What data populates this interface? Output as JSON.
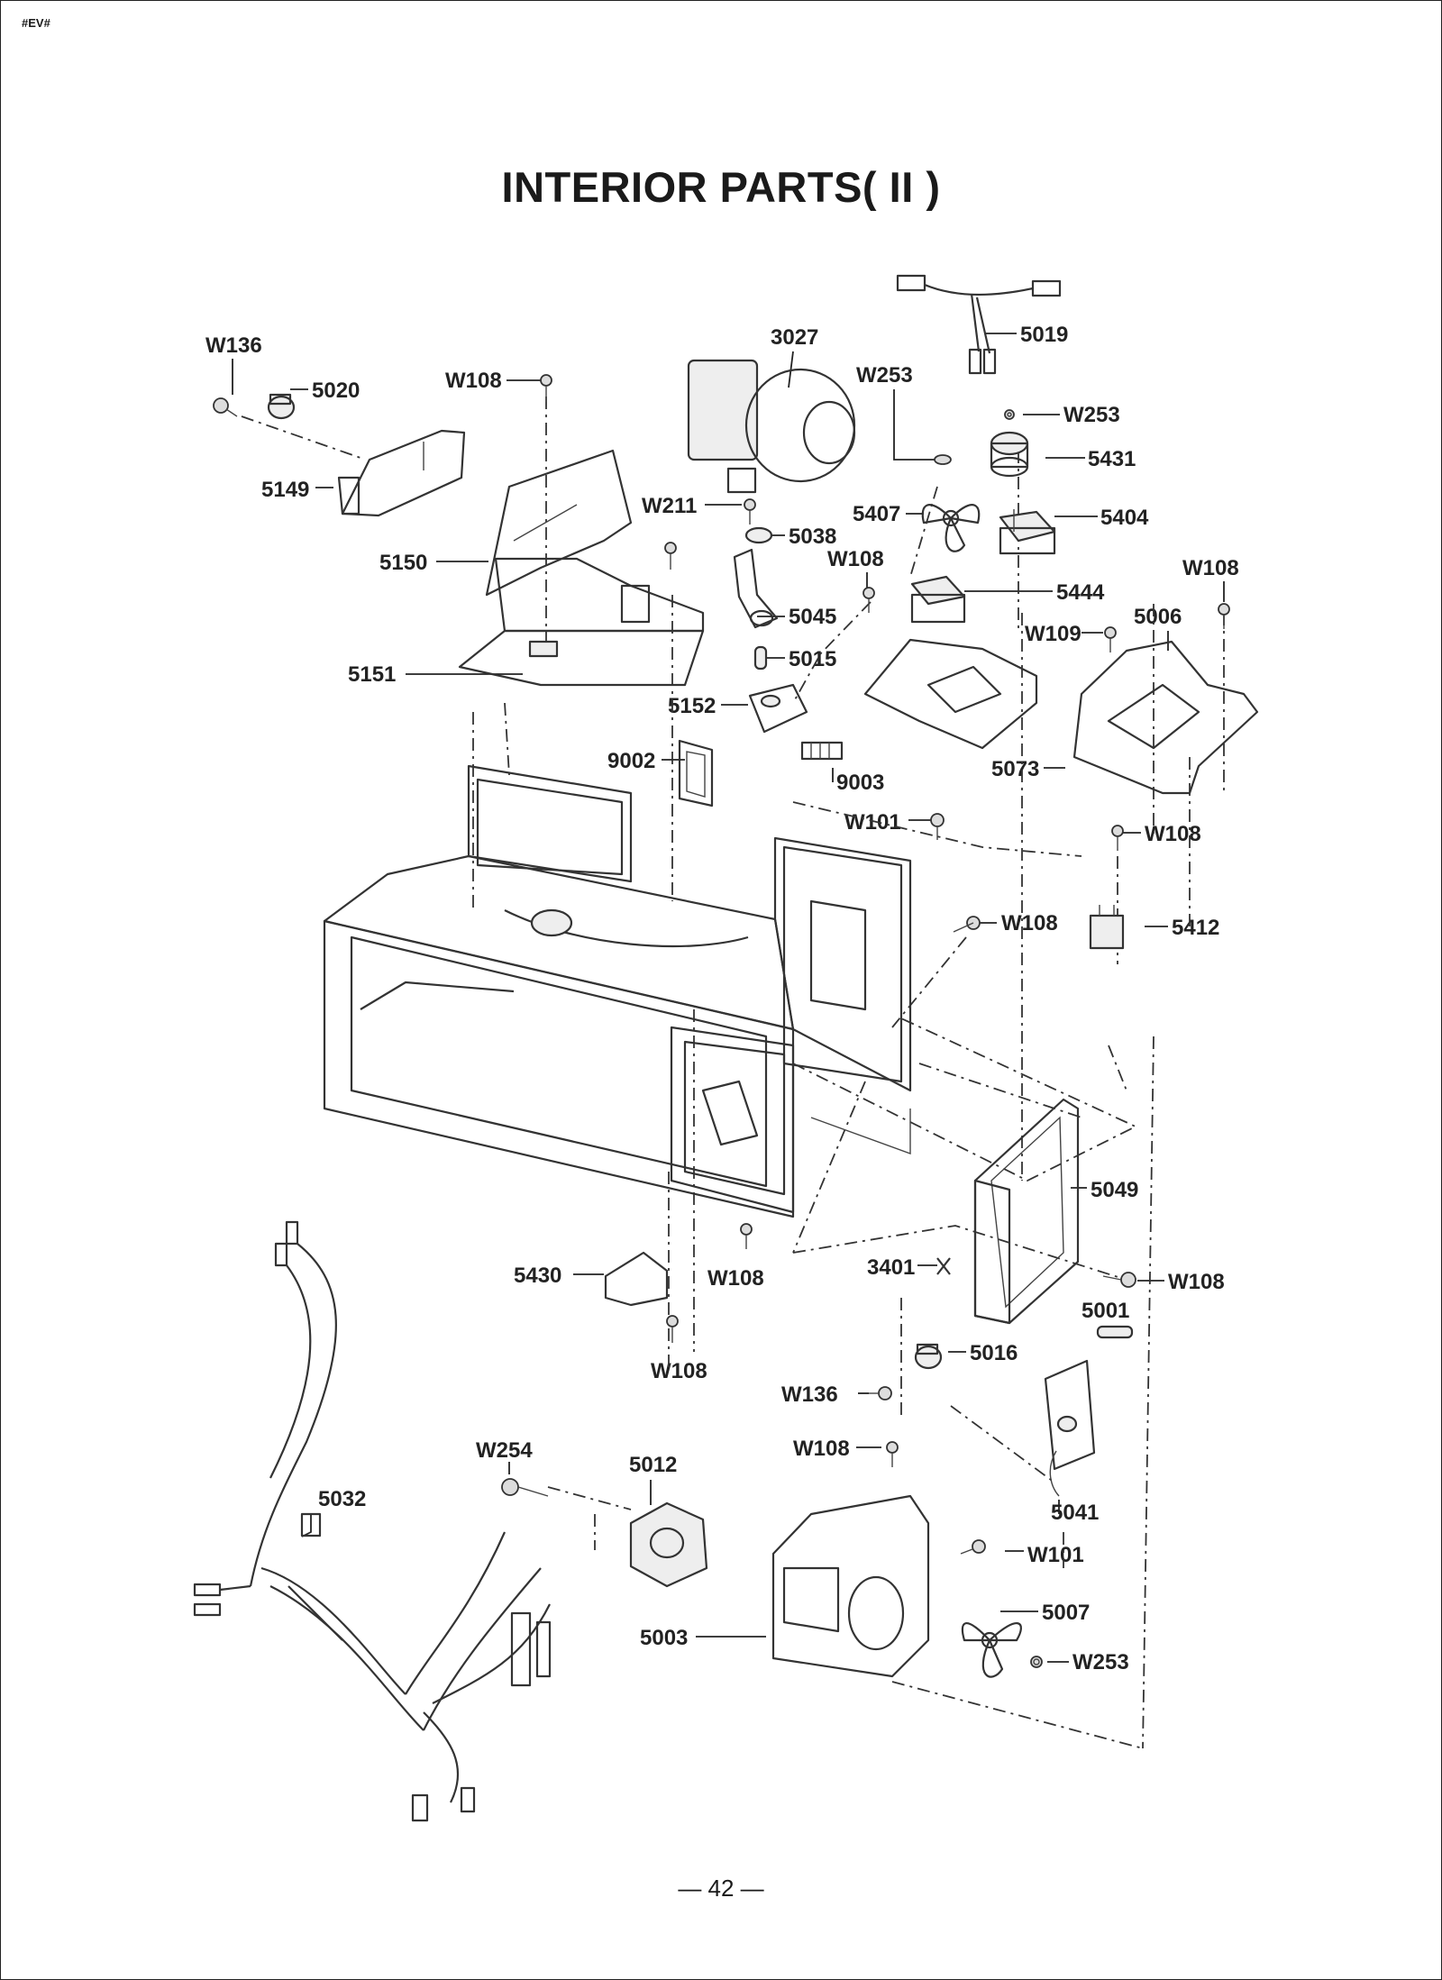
{
  "header": {
    "corner_tag": "#EV#"
  },
  "title": "INTERIOR PARTS( II )",
  "page_number": "— 42 —",
  "diagram": {
    "labels": [
      "W136",
      "5020",
      "W108",
      "3027",
      "5019",
      "W253",
      "W253",
      "5431",
      "5149",
      "W211",
      "5407",
      "5404",
      "5038",
      "W108",
      "W108",
      "5150",
      "5444",
      "5045",
      "W109",
      "5006",
      "5015",
      "5151",
      "5152",
      "9002",
      "9003",
      "5073",
      "W101",
      "W108",
      "W108",
      "5412",
      "5049",
      "5430",
      "W108",
      "3401",
      "W108",
      "5001",
      "W108",
      "5016",
      "W136",
      "W108",
      "W254",
      "5012",
      "5032",
      "5041",
      "W101",
      "5007",
      "5003",
      "W253"
    ]
  }
}
